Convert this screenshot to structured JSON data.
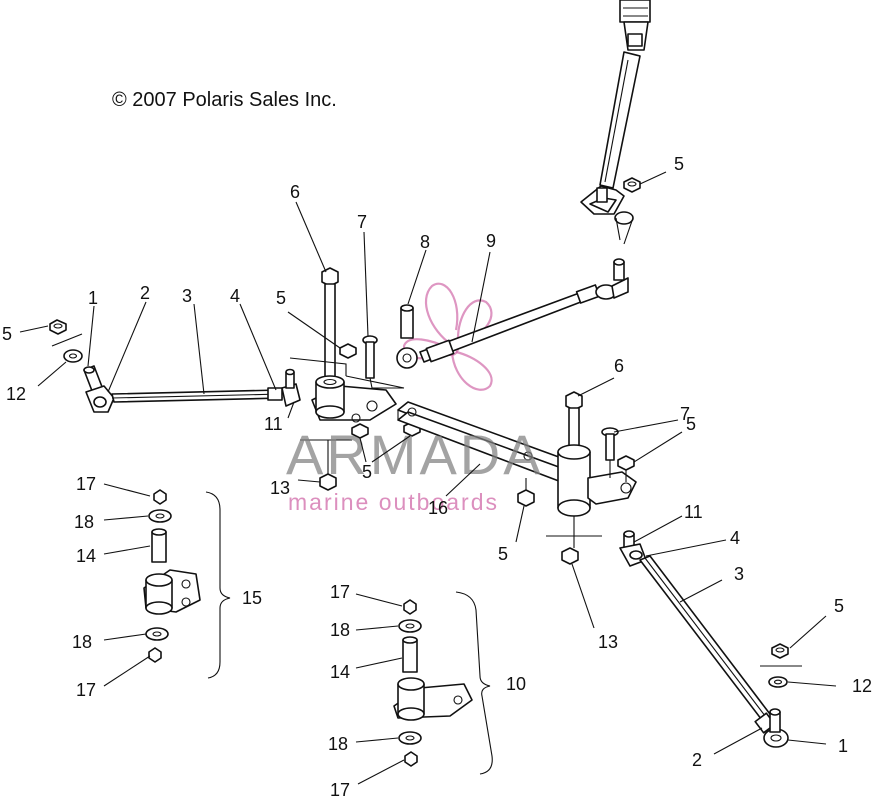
{
  "copyright": "© 2007 Polaris Sales Inc.",
  "watermark": {
    "brand": "ARMADA",
    "tagline": "marine outboards",
    "accent_color": "#d06aa8",
    "logo_icon": "propeller-logo-icon"
  },
  "callouts": [
    "1",
    "2",
    "3",
    "4",
    "5",
    "6",
    "7",
    "8",
    "9",
    "10",
    "11",
    "12",
    "13",
    "14",
    "15",
    "16",
    "17",
    "18"
  ]
}
